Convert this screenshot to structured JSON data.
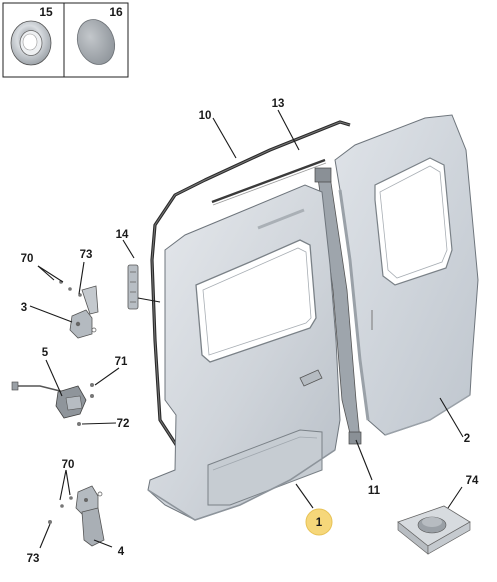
{
  "insets": [
    {
      "id": "inset-15",
      "number": "15"
    },
    {
      "id": "inset-16",
      "number": "16"
    }
  ],
  "callouts": {
    "c10": "10",
    "c13": "13",
    "c14": "14",
    "c70a": "70",
    "c73a": "73",
    "c3": "3",
    "c5": "5",
    "c71": "71",
    "c72": "72",
    "c70b": "70",
    "c73b": "73",
    "c4": "4",
    "c2": "2",
    "c11": "11",
    "c74": "74",
    "c1": "1"
  },
  "colors": {
    "door_panel": "#d6dbe1",
    "door_shade": "#b9c0c8",
    "seal": "#2a2a2a",
    "highlight_badge": "#f6d77a"
  }
}
